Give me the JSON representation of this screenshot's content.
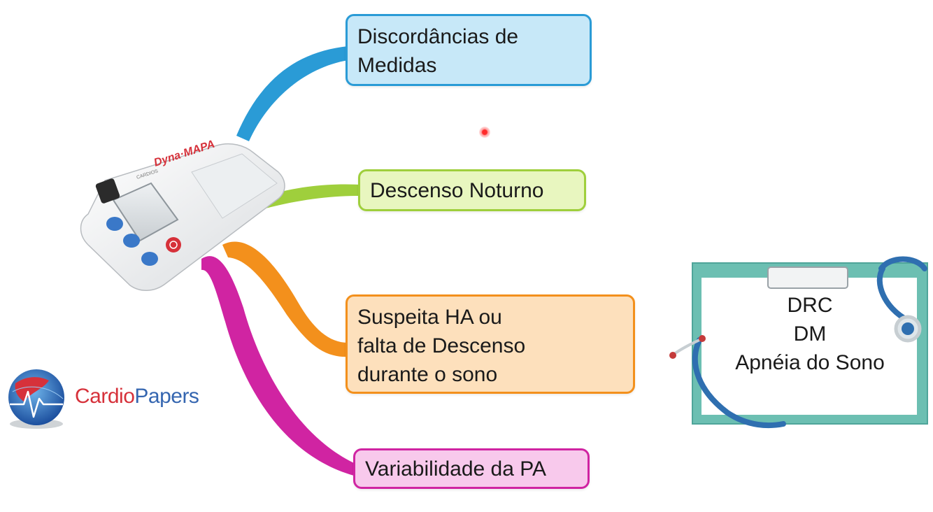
{
  "nodes": [
    {
      "id": "measurement-discordance",
      "text": "Discordâncias de\nMedidas",
      "color": "#2a9bd6"
    },
    {
      "id": "nocturnal-dipping",
      "text": "Descenso Noturno",
      "color": "#9fcf3c"
    },
    {
      "id": "suspected-hypertension",
      "text": "Suspeita HA ou\nfalta de Descenso\ndurante o sono",
      "color": "#f3901c"
    },
    {
      "id": "bp-variability",
      "text": "Variabilidade da PA",
      "color": "#d024a2"
    }
  ],
  "device": {
    "brand_label": "Dyna·MAPA",
    "maker_label": "CARDIOS"
  },
  "clipboard": {
    "lines": [
      "DRC",
      "DM",
      "Apnéia do Sono"
    ]
  },
  "logo": {
    "part1": "Cardio",
    "part2": "Papers"
  },
  "icons": {
    "pointer": "laser-pointer-dot",
    "device": "ambulatory-bp-monitor",
    "clipboard": "clipboard-with-stethoscope",
    "logo": "globe-ecg-icon"
  }
}
